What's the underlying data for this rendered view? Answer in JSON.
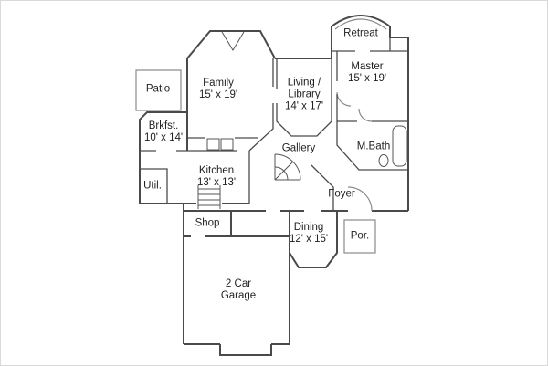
{
  "colors": {
    "wall": "#4a4a4a",
    "thin": "#8a8a8a",
    "text": "#1f1f1f",
    "background": "#ffffff"
  },
  "plan": {
    "rooms": [
      {
        "id": "retreat",
        "label": "Retreat"
      },
      {
        "id": "master",
        "label": "Master",
        "dims": "15' x 19'"
      },
      {
        "id": "family",
        "label": "Family",
        "dims": "15' x 19'"
      },
      {
        "id": "living",
        "label": "Living /",
        "label2": "Library",
        "dims": "14' x 17'"
      },
      {
        "id": "patio",
        "label": "Patio"
      },
      {
        "id": "brkfst",
        "label": "Brkfst.",
        "dims": "10' x 14'"
      },
      {
        "id": "gallery",
        "label": "Gallery"
      },
      {
        "id": "mbath",
        "label": "M.Bath"
      },
      {
        "id": "kitchen",
        "label": "Kitchen",
        "dims": "13' x 13'"
      },
      {
        "id": "util",
        "label": "Util."
      },
      {
        "id": "foyer",
        "label": "Foyer"
      },
      {
        "id": "shop",
        "label": "Shop"
      },
      {
        "id": "dining",
        "label": "Dining",
        "dims": "12' x 15'"
      },
      {
        "id": "porch",
        "label": "Por."
      },
      {
        "id": "garage",
        "label": "2 Car",
        "label2": "Garage"
      }
    ]
  }
}
